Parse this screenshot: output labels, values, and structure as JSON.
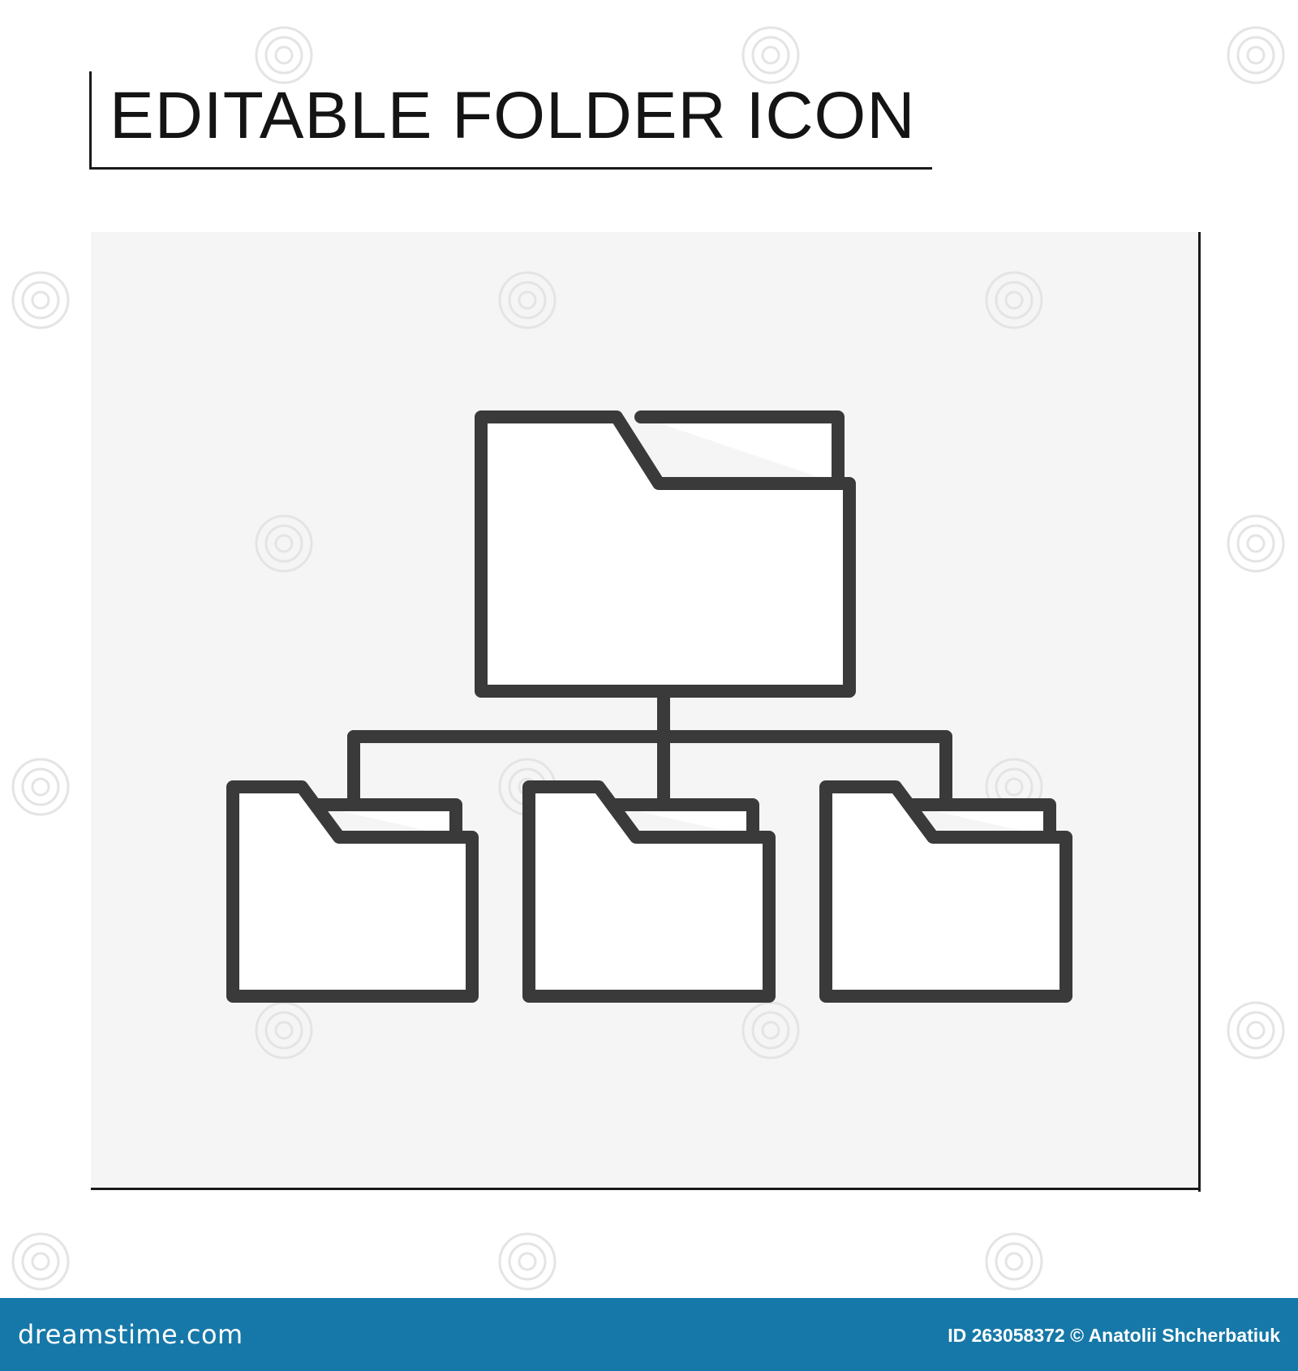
{
  "title": "EDITABLE FOLDER ICON",
  "icon": {
    "name": "folder-hierarchy-icon",
    "description_parts": [
      "parent-folder-icon",
      "child-folder-icon",
      "child-folder-icon",
      "child-folder-icon"
    ]
  },
  "colors": {
    "stroke": "#3a3a3a",
    "panel_background": "#f5f5f5",
    "folder_fill": "#ffffff",
    "footer_background": "#1678a8",
    "footer_text": "#ffffff"
  },
  "footer": {
    "logo": "dreamstime.com",
    "credit": "ID 263058372 © Anatolii Shcherbatiuk"
  }
}
